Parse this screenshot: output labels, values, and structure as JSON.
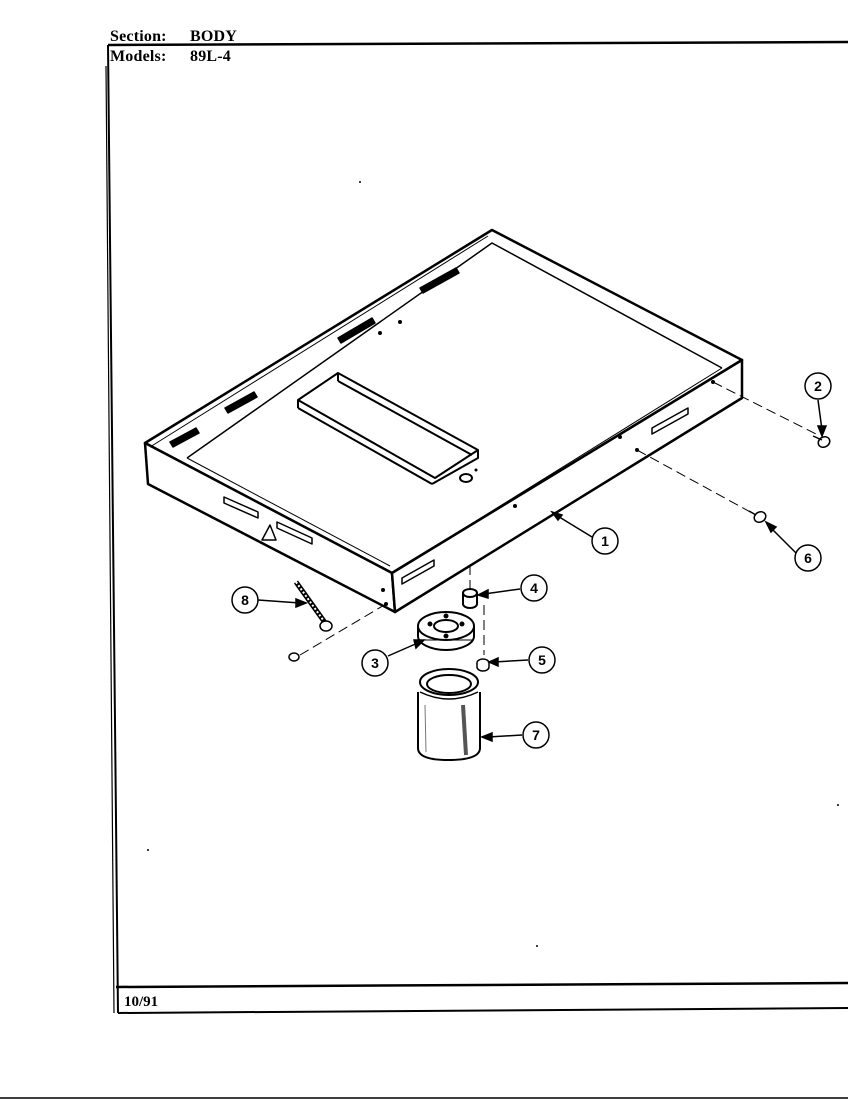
{
  "header": {
    "section_label": "Section:",
    "section_value": "BODY",
    "models_label": "Models:",
    "models_value": "89L-4"
  },
  "footer": {
    "date": "10/91"
  },
  "callouts": [
    {
      "id": "callout-1",
      "number": "1"
    },
    {
      "id": "callout-2",
      "number": "2"
    },
    {
      "id": "callout-3",
      "number": "3"
    },
    {
      "id": "callout-4",
      "number": "4"
    },
    {
      "id": "callout-5",
      "number": "5"
    },
    {
      "id": "callout-6",
      "number": "6"
    },
    {
      "id": "callout-7",
      "number": "7"
    },
    {
      "id": "callout-8",
      "number": "8"
    }
  ]
}
